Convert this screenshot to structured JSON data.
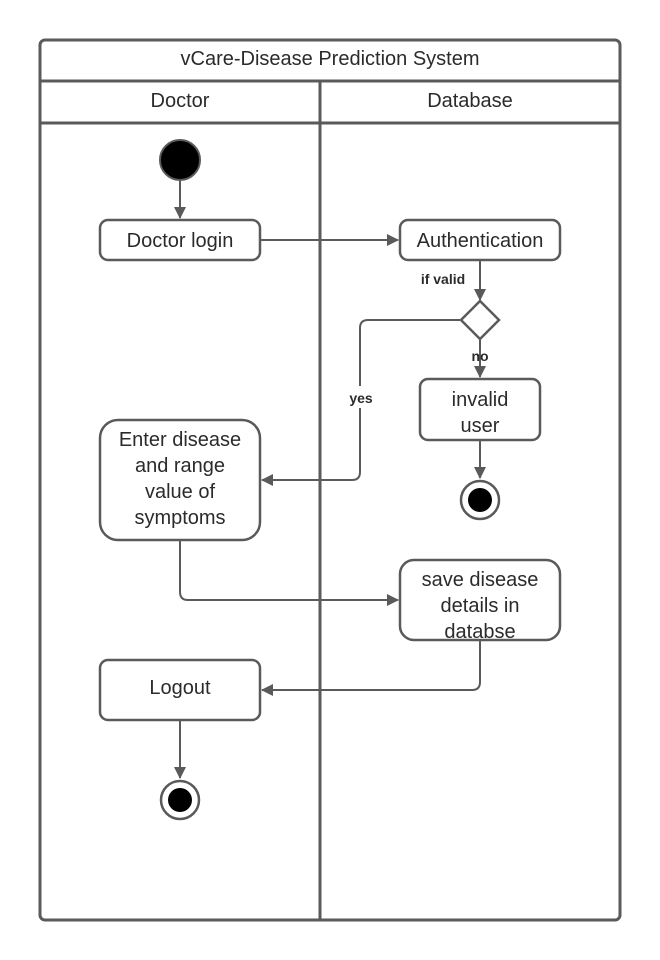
{
  "title": "vCare-Disease Prediction System",
  "lanes": [
    "Doctor",
    "Database"
  ],
  "nodes": {
    "doctor_login": "Doctor login",
    "authentication": "Authentication",
    "invalid_user": [
      "invalid",
      "user"
    ],
    "enter_disease": [
      "Enter disease",
      "and range",
      "value of",
      "symptoms"
    ],
    "save_details": [
      "save disease",
      "details in",
      "databse"
    ],
    "logout": "Logout"
  },
  "edges": {
    "if_valid": "if valid",
    "no": "no",
    "yes": "yes"
  }
}
